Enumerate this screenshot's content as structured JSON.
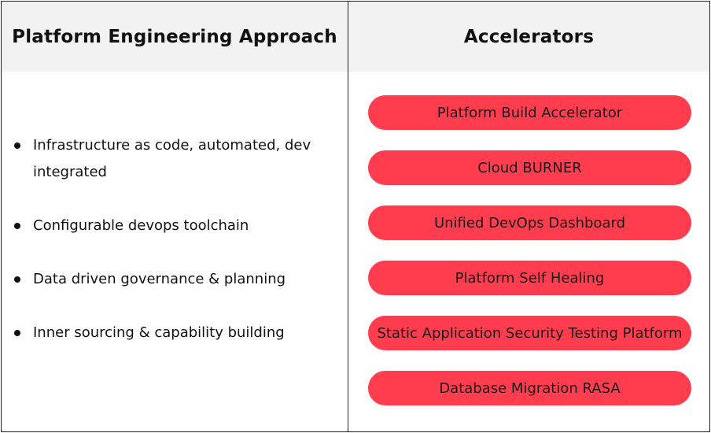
{
  "table": {
    "left_header": "Platform Engineering Approach",
    "right_header": "Accelerators"
  },
  "approach": {
    "items": [
      {
        "label": "Infrastructure as code, automated, dev integrated"
      },
      {
        "label": "Configurable devops toolchain"
      },
      {
        "label": "Data driven governance & planning"
      },
      {
        "label": "Inner sourcing & capability building"
      }
    ]
  },
  "accelerators": {
    "items": [
      {
        "label": "Platform Build Accelerator"
      },
      {
        "label": "Cloud BURNER"
      },
      {
        "label": "Unified DevOps Dashboard"
      },
      {
        "label": "Platform Self Healing"
      },
      {
        "label": "Static Application Security Testing Platform"
      },
      {
        "label": "Database Migration RASA"
      }
    ]
  },
  "colors": {
    "pill_fill": "#ff3d4f",
    "header_fill": "#f2f2f2",
    "border": "#222222"
  }
}
